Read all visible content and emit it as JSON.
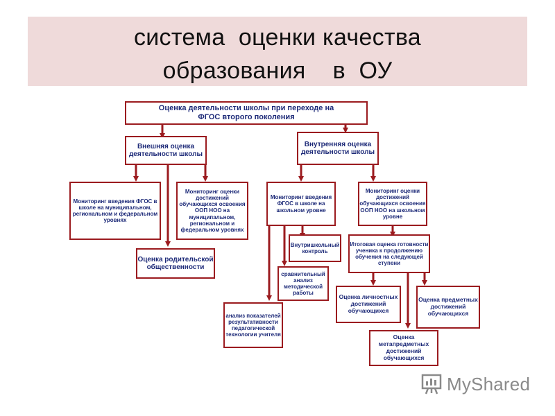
{
  "title": {
    "line1": "система  оценки качества",
    "line2": "образования    в  ОУ"
  },
  "boxes": {
    "root": "Оценка деятельности школы при переходе на ФГОС второго поколения",
    "external": "Внешняя оценка деятельности школы",
    "internal": "Внутренняя оценка деятельности школы",
    "ext_monitoring_intro": "Мониторинг введения ФГОС в школе на муниципальном, региональном и федеральном уровнях",
    "ext_monitoring_results": "Мониторинг оценки достижений обучающихся освоения ООП НОО на муниципальном, региональном и федеральном уровнях",
    "parent_assessment": "Оценка родительской общественности",
    "int_monitoring_intro": "Мониторинг введения ФГОС в школе на школьном уровне",
    "int_monitoring_results": "Мониторинг оценки достижений обучающихся освоения ООП НОО на школьном уровне",
    "internal_control": "Внутришкольный контроль",
    "final_assessment": "Итоговая оценка готовности ученика к продолжению обучения на следующей ступени",
    "comparative_analysis": "сравнительный анализ методической работы",
    "teacher_analysis": "анализ показателей результативности педагогической технологии учителя",
    "personal_results": "Оценка личностных достижений обучающихся",
    "subject_results": "Оценка предметных достижений обучающихся",
    "metasubject_results": "Оценка метапредметных достижений обучающихся"
  },
  "logo": {
    "text": "MyShared",
    "icon": "presentation-board-icon"
  },
  "colors": {
    "title_band": "#efdada",
    "box_border": "#9b1b1f",
    "box_text": "#1d2a78",
    "arrow": "#9b1b1f"
  }
}
